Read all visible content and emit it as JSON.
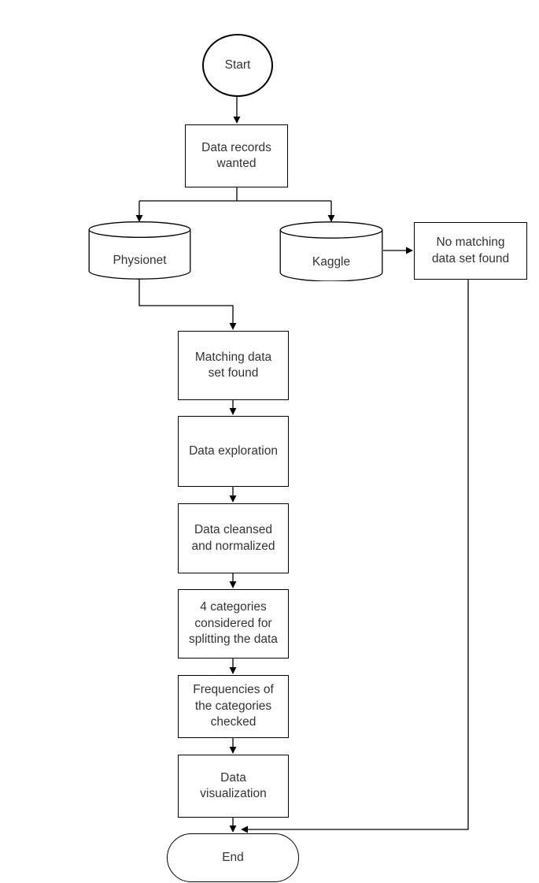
{
  "diagram": {
    "title": "Data sourcing and processing flowchart",
    "background_color": "#ffffff",
    "stroke_color": "#000000",
    "text_color": "#333333"
  },
  "nodes": {
    "start": {
      "label": "Start",
      "shape": "circle"
    },
    "data_records_wanted": {
      "label": "Data records\nwanted",
      "shape": "process"
    },
    "physionet": {
      "label": "Physionet",
      "shape": "database"
    },
    "kaggle": {
      "label": "Kaggle",
      "shape": "database"
    },
    "no_matching": {
      "label": "No matching\ndata set found",
      "shape": "process"
    },
    "matching_found": {
      "label": "Matching data\nset found",
      "shape": "process"
    },
    "data_exploration": {
      "label": "Data exploration",
      "shape": "process"
    },
    "data_cleansed": {
      "label": "Data cleansed\nand normalized",
      "shape": "process"
    },
    "four_categories": {
      "label": "4 categories\nconsidered for\nsplitting the data",
      "shape": "process"
    },
    "frequencies_checked": {
      "label": "Frequencies of\nthe categories\nchecked",
      "shape": "process"
    },
    "data_visualization": {
      "label": "Data\nvisualization",
      "shape": "process"
    },
    "end": {
      "label": "End",
      "shape": "terminator"
    }
  },
  "edges": [
    {
      "from": "start",
      "to": "data_records_wanted",
      "label": ""
    },
    {
      "from": "data_records_wanted",
      "to": "physionet",
      "label": ""
    },
    {
      "from": "data_records_wanted",
      "to": "kaggle",
      "label": ""
    },
    {
      "from": "physionet",
      "to": "matching_found",
      "label": ""
    },
    {
      "from": "kaggle",
      "to": "no_matching",
      "label": ""
    },
    {
      "from": "matching_found",
      "to": "data_exploration",
      "label": ""
    },
    {
      "from": "data_exploration",
      "to": "data_cleansed",
      "label": ""
    },
    {
      "from": "data_cleansed",
      "to": "four_categories",
      "label": ""
    },
    {
      "from": "four_categories",
      "to": "frequencies_checked",
      "label": ""
    },
    {
      "from": "frequencies_checked",
      "to": "data_visualization",
      "label": ""
    },
    {
      "from": "data_visualization",
      "to": "end",
      "label": ""
    },
    {
      "from": "no_matching",
      "to": "end",
      "label": ""
    }
  ]
}
